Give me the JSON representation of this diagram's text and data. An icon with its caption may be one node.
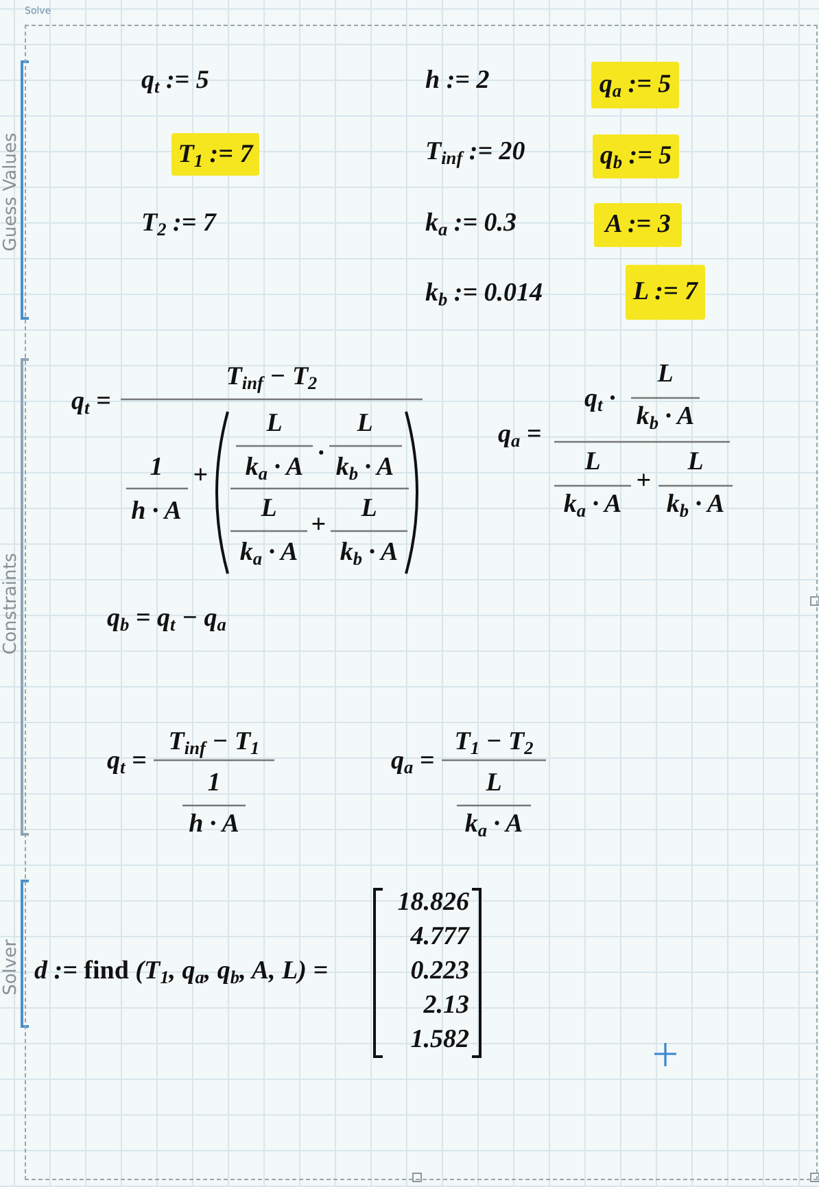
{
  "diagram": {
    "nodes": [
      {
        "text": [
          "Solve"
        ]
      },
      {
        "text": [
          "q$_{a}$ := 5"
        ],
        "in": 0
      },
      {
        "text": [
          "T$_{1}$ := 7"
        ],
        "in": 0
      },
      {
        "text": [
          "q$_{b}$ := 5"
        ],
        "in": 0
      },
      {
        "text": [
          "A := 3"
        ],
        "in": 0
      },
      {
        "text": [
          "L := 7"
        ],
        "in": 0
      }
    ],
    "labels": [
      "Guess Values",
      "q$_{t}$ := 5",
      "h := 2",
      "T$_{inf}$ := 20",
      "T$_{2}$ := 7",
      "k$_{a}$ := 0.3",
      "k$_{b}$ := 0.014",
      "Constraints",
      "q$_{t}$ =",
      "T$_{inf}$ − T$_{2}$",
      "1",
      "h · A",
      "+",
      "L",
      "k$_{a}$ · A",
      "·",
      "L",
      "k$_{b}$ · A",
      "L",
      "k$_{a}$ · A",
      "+",
      "L",
      "k$_{b}$ · A",
      "q$_{a}$ =",
      "q$_{t}$ ·",
      "L",
      "k$_{b}$ · A",
      "L",
      "k$_{a}$ · A",
      "+",
      "L",
      "k$_{b}$ · A",
      "q$_{b}$ = q$_{t}$ − q$_{a}$",
      "q$_{t}$ =",
      "T$_{inf}$ − T$_{1}$",
      "1",
      "h · A",
      "q$_{a}$ =",
      "T$_{1}$ − T$_{2}$",
      "L",
      "k$_{a}$ · A",
      "Solver",
      "d := **find** (T$_{1}$, q$_{a}$, q$_{b}$, A, L) =",
      "18.826",
      "4.777",
      "0.223",
      "2.13",
      "1.582"
    ]
  }
}
